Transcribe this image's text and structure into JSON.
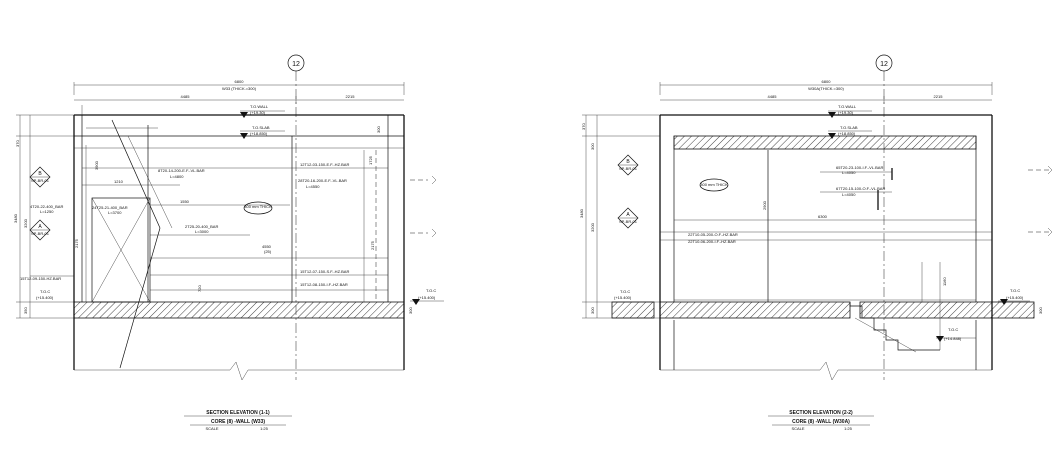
{
  "grid_label": "12",
  "left": {
    "dims": {
      "overall": "6800",
      "overall_sub": "W33 (THICK.=300)",
      "left_span": "4485",
      "right_span": "2215",
      "v_a": "370",
      "v_b": "3480",
      "v_c": "3200",
      "v_d": "350",
      "v_e": "1725",
      "v_f": "2175",
      "v_g": "3900",
      "v_h": "2175",
      "v_i": "720",
      "v_j": "300"
    },
    "levels": {
      "to_wall": "T.O.WALL",
      "to_wall_val": "(+19.30)",
      "to_slab": "T.O.SLAB",
      "to_slab_val": "(+18.850)",
      "toc": "T.O.C",
      "toc_val": "(+15.400)",
      "toc_left_val": "(+15.400)"
    },
    "rebar": [
      "12T12-03-150-E.F.-HZ.BAR",
      "28T20-16-200-E.F.-VL.BAR",
      "L=4550",
      "8T20-14-200-E.F.-VL.BAR",
      "L=4800",
      "4T20-22-400_BAR",
      "L=1250",
      "24T25-21-400_BAR",
      "L=3700",
      "2T25-20-400_BAR",
      "L=3000",
      "15T12-07-150-S.F.-HZ.BAR",
      "15T12-08-150-I.F.-HZ.BAR",
      "15T12-09-150-HZ.BAR"
    ],
    "dims_inner": [
      "1210",
      "1550",
      "4550",
      "(25)"
    ],
    "opening": "300 mm THICK",
    "section_markers": [
      {
        "letter": "B",
        "ref": "SP-BR-01"
      },
      {
        "letter": "A",
        "ref": "SP-BR-01"
      }
    ],
    "title": "SECTION ELEVATION (1-1)",
    "subtitle": "CORE (8) -WALL (W33)",
    "scale_label": "SCALE",
    "scale_val": "1:25"
  },
  "right": {
    "dims": {
      "overall": "6800",
      "overall_sub": "W30A(THICK.=300)",
      "left_span": "4485",
      "right_span": "2215",
      "v_a": "370",
      "v_b": "3480",
      "v_c": "3200",
      "v_d": "300",
      "v_e": "2900",
      "v_f": "1160",
      "v_g": "300"
    },
    "levels": {
      "to_wall": "T.O.WALL",
      "to_wall_val": "(+19.30)",
      "to_slab": "T.O.SLAB",
      "to_slab_val": "(+18.850)",
      "toc": "T.O.C",
      "toc_val": "(+15.400)",
      "toc_left_val": "(+15.400)",
      "toc_low": "T.O.C",
      "toc_low_val": "(+14.848)"
    },
    "rebar": [
      "65T20-23-100-I.F.-VL.BAR",
      "L=4050",
      "67T20-15-100-O.F.-VL.BAR",
      "L=4050",
      "22T10-05-200-O.F.-HZ.BAR",
      "22T10-06-200-I.F.-HZ.BAR"
    ],
    "dims_inner": [
      "6300"
    ],
    "opening": "300 mm THICK",
    "section_markers": [
      {
        "letter": "B",
        "ref": "SP-BR-01"
      },
      {
        "letter": "A",
        "ref": "SP-BR-01"
      }
    ],
    "title": "SECTION ELEVATION (2-2)",
    "subtitle": "CORE (8) -WALL (W30A)",
    "scale_label": "SCALE",
    "scale_val": "1:25"
  }
}
